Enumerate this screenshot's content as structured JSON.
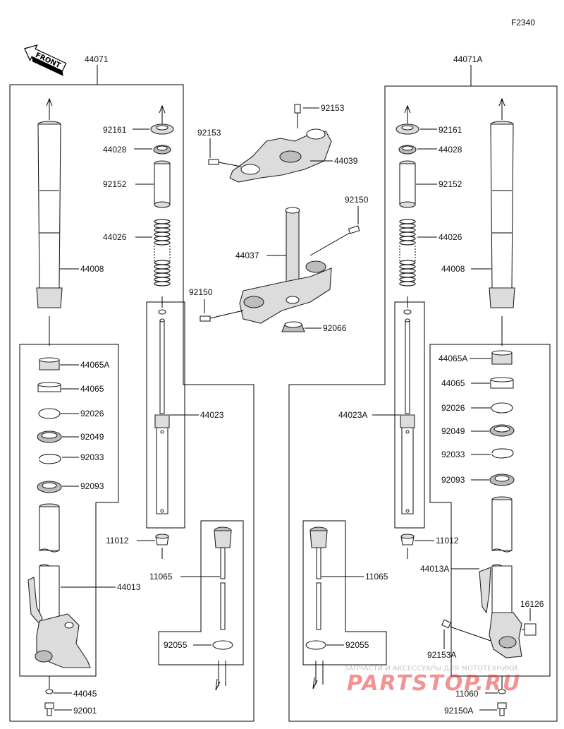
{
  "figure_code": "F2340",
  "front_label": "FRONT",
  "assemblies": {
    "left": "44071",
    "right": "44071A"
  },
  "labels": {
    "l_44008": "44008",
    "l_44065A": "44065A",
    "l_44065": "44065",
    "l_92026": "92026",
    "l_92049": "92049",
    "l_92033": "92033",
    "l_92093": "92093",
    "l_44013": "44013",
    "l_44045": "44045",
    "l_92001": "92001",
    "l_92161": "92161",
    "l_44028": "44028",
    "l_92152": "92152",
    "l_44026": "44026",
    "l_44023": "44023",
    "l_11012": "11012",
    "l_11065": "11065",
    "l_92055": "92055",
    "c_92153_top": "92153",
    "c_92153_left": "92153",
    "c_44039": "44039",
    "c_92150_top": "92150",
    "c_44037": "44037",
    "c_92150_left": "92150",
    "c_92066": "92066",
    "r_92161": "92161",
    "r_44028": "44028",
    "r_92152": "92152",
    "r_44026": "44026",
    "r_44008": "44008",
    "r_44023A": "44023A",
    "r_11012": "11012",
    "r_11065": "11065",
    "r_92055": "92055",
    "r_44065A": "44065A",
    "r_44065": "44065",
    "r_92026": "92026",
    "r_92049": "92049",
    "r_92033": "92033",
    "r_92093": "92093",
    "r_44013A": "44013A",
    "r_16126": "16126",
    "r_92153A": "92153A",
    "r_11060": "11060",
    "r_92150A": "92150A"
  },
  "watermark": {
    "line1": "ЗАПЧАСТИ И АКСЕССУАРЫ ДЛЯ МОТОТЕХНИКИ",
    "line2": "PARTSTOP.RU",
    "color": "#e83a3a"
  }
}
